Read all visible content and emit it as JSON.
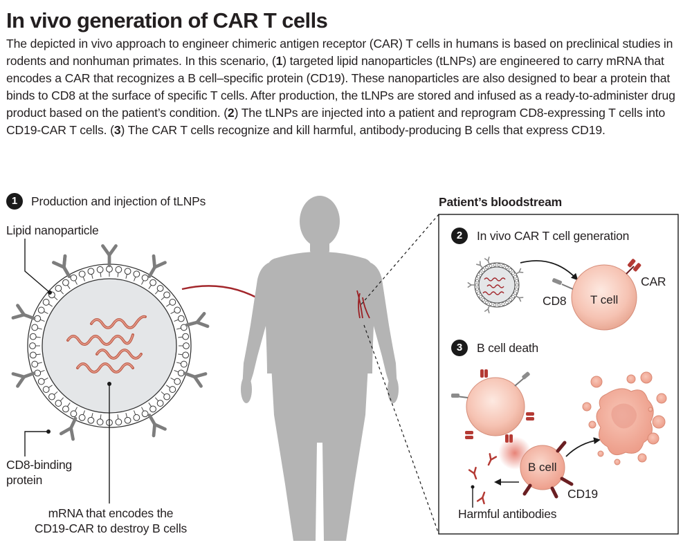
{
  "title": "In vivo generation of CAR T cells",
  "intro": {
    "p1": "The depicted in vivo approach to engineer chimeric antigen receptor (CAR) T cells in humans is based on preclinical studies in rodents and nonhuman primates. In this scenario, (",
    "n1": "1",
    "p2": ") targeted lipid nanoparticles (tLNPs) are engineered to carry mRNA that encodes a CAR that recognizes a B cell–specific protein (CD19). These nanoparticles are also designed to bear a protein that binds to CD8 at the surface of specific T cells. After production, the tLNPs are stored and infused as a ready-to-administer drug product based on the patient’s condition. (",
    "n2": "2",
    "p3": ") The tLNPs are injected into a patient and reprogram CD8-expressing T cells into CD19-CAR T cells. (",
    "n3": "3",
    "p4": ") The CAR T cells recognize and kill harmful, antibody-producing B cells that express CD19."
  },
  "steps": {
    "step1": {
      "number": "1",
      "label": "Production and injection of tLNPs"
    },
    "step2": {
      "number": "2",
      "label": "In vivo CAR T cell generation"
    },
    "step3": {
      "number": "3",
      "label": "B cell death"
    }
  },
  "labels": {
    "lipid_nanoparticle": "Lipid nanoparticle",
    "cd8_binding_line1": "CD8-binding",
    "cd8_binding_line2": "protein",
    "mrna_line1": "mRNA that encodes the",
    "mrna_line2": "CD19-CAR to destroy B cells",
    "bloodstream": "Patient’s bloodstream",
    "car": "CAR",
    "cd8": "CD8",
    "t_cell": "T cell",
    "b_cell": "B cell",
    "cd19": "CD19",
    "harmful_antibodies": "Harmful antibodies"
  },
  "colors": {
    "mrna": "#c0624f",
    "arrow_red": "#a2262b",
    "antibody_gray": "#7d7d7d",
    "cell_pink": "#f3b8a6",
    "cell_center": "#fbe3d9",
    "b_cell_receptor": "#6a1f22",
    "car_red": "#b43a34",
    "body_gray": "#b4b4b4",
    "nanoparticle_fill": "#e4e6e8",
    "dark": "#1a1a1a"
  }
}
